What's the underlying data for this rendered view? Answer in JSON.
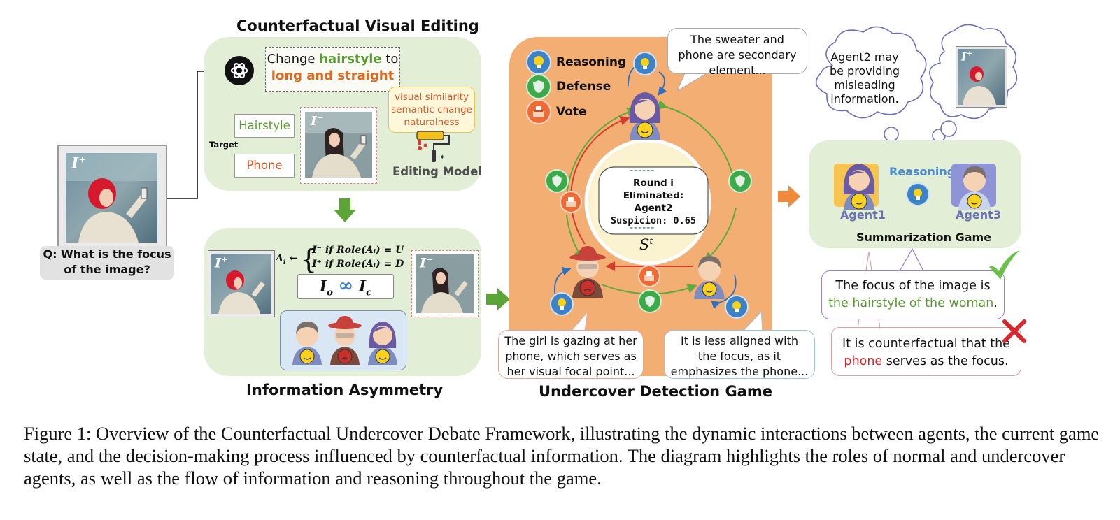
{
  "left": {
    "image_label": "I",
    "image_label_sup": "+",
    "question": "Q: What is the focus of the image?"
  },
  "editing": {
    "title": "Counterfactual Visual Editing",
    "instruction_prefix": "Change ",
    "instruction_keyword": "hairstyle",
    "instruction_mid": " to",
    "instruction_target": "long and straight",
    "criteria": [
      "visual similarity",
      "semantic change",
      "naturalness"
    ],
    "target_label": "Target",
    "targets": [
      "Hairstyle",
      "Phone"
    ],
    "image_label": "I",
    "image_label_sup": "−",
    "model_label": "Editing Model"
  },
  "asymmetry": {
    "title": "Information Asymmetry",
    "formula_lhs": "A",
    "formula_lhs_sub": "i",
    "formula_case1": "I⁻  if Role(Aᵢ) = U",
    "formula_case2": "I⁺  if Role(Aᵢ) = D",
    "combine_left": "I",
    "combine_left_sub": "o",
    "combine_right": "I",
    "combine_right_sub": "c",
    "left_image_label": "I",
    "left_image_sup": "+",
    "right_image_label": "I",
    "right_image_sup": "−"
  },
  "game": {
    "title": "Undercover Detection Game",
    "legend": [
      "Reasoning",
      "Defense",
      "Vote"
    ],
    "round_divider": "------",
    "round_lines": [
      "Round i",
      "Eliminated:",
      "Agent2",
      "Suspicion: 0.65"
    ],
    "state_label": "S",
    "state_sup": "t",
    "bubble_top": "The sweater and phone are secondary element...",
    "bubble_left": "The girl is gazing at her phone, which serves as her visual focal point...",
    "bubble_right": "It is less aligned with the focus, as it emphasizes the phone..."
  },
  "summary": {
    "title": "Summarization Game",
    "thought": "Agent2 may be providing misleading information.",
    "thought_image_label": "I",
    "thought_image_sup": "+",
    "reasoning_label": "Reasoning",
    "agent1": "Agent1",
    "agent3": "Agent3",
    "correct_prefix": "The focus of the image is",
    "correct_highlight": "the hairstyle of the woman",
    "correct_suffix": ".",
    "wrong_prefix": "It is counterfactual that the",
    "wrong_highlight": "phone",
    "wrong_suffix": " serves as the focus."
  },
  "caption": "Figure 1: Overview of the Counterfactual Undercover Debate Framework, illustrating the dynamic interactions between agents, the current game state, and the decision-making process influenced by counterfactual information. The diagram highlights the roles of normal and undercover agents, as well as the flow of information and reasoning throughout the game.",
  "colors": {
    "panel_green": "#e2efd6",
    "game_orange": "#f3ae74",
    "keyword_green": "#5b9a34",
    "keyword_orange": "#e0691d",
    "agent_blue": "#6b6fb5",
    "wrong_red": "#d9262c"
  }
}
